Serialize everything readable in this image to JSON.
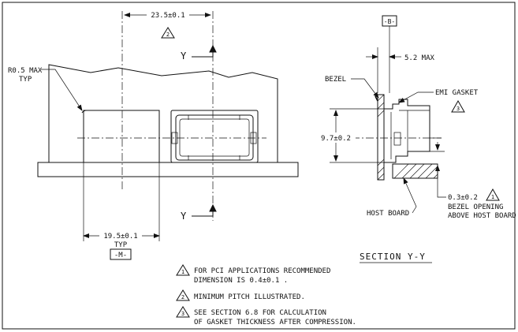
{
  "front_view": {
    "pitch_dimension": "23.5±0.1",
    "pitch_note_ref": "2",
    "radius_callout_line1": "R0.5 MAX",
    "radius_callout_line2": "TYP",
    "section_marker_top": "Y",
    "section_marker_bottom": "Y",
    "width_dimension": "19.5±0.1",
    "width_typ": "TYP",
    "datum_m": "-M-"
  },
  "section_view": {
    "datum_b": "-B-",
    "offset_dimension": "5.2 MAX",
    "bezel_label": "BEZEL",
    "emi_gasket_label": "EMI GASKET",
    "gasket_note_ref": "3",
    "height_dimension": "9.7±0.2",
    "clearance_dimension": "0.3±0.2",
    "clearance_note_ref": "1",
    "clearance_line2": "BEZEL OPENING",
    "clearance_line3": "ABOVE HOST BOARD",
    "host_board_label": "HOST BOARD",
    "section_title": "SECTION Y-Y"
  },
  "notes": [
    {
      "ref": "1",
      "line1": "FOR PCI APPLICATIONS RECOMMENDED",
      "line2": "DIMENSION IS 0.4±0.1 ."
    },
    {
      "ref": "2",
      "line1": "MINIMUM PITCH ILLUSTRATED.",
      "line2": ""
    },
    {
      "ref": "3",
      "line1": "SEE SECTION 6.8 FOR CALCULATION",
      "line2": "OF GASKET THICKNESS AFTER COMPRESSION."
    }
  ]
}
